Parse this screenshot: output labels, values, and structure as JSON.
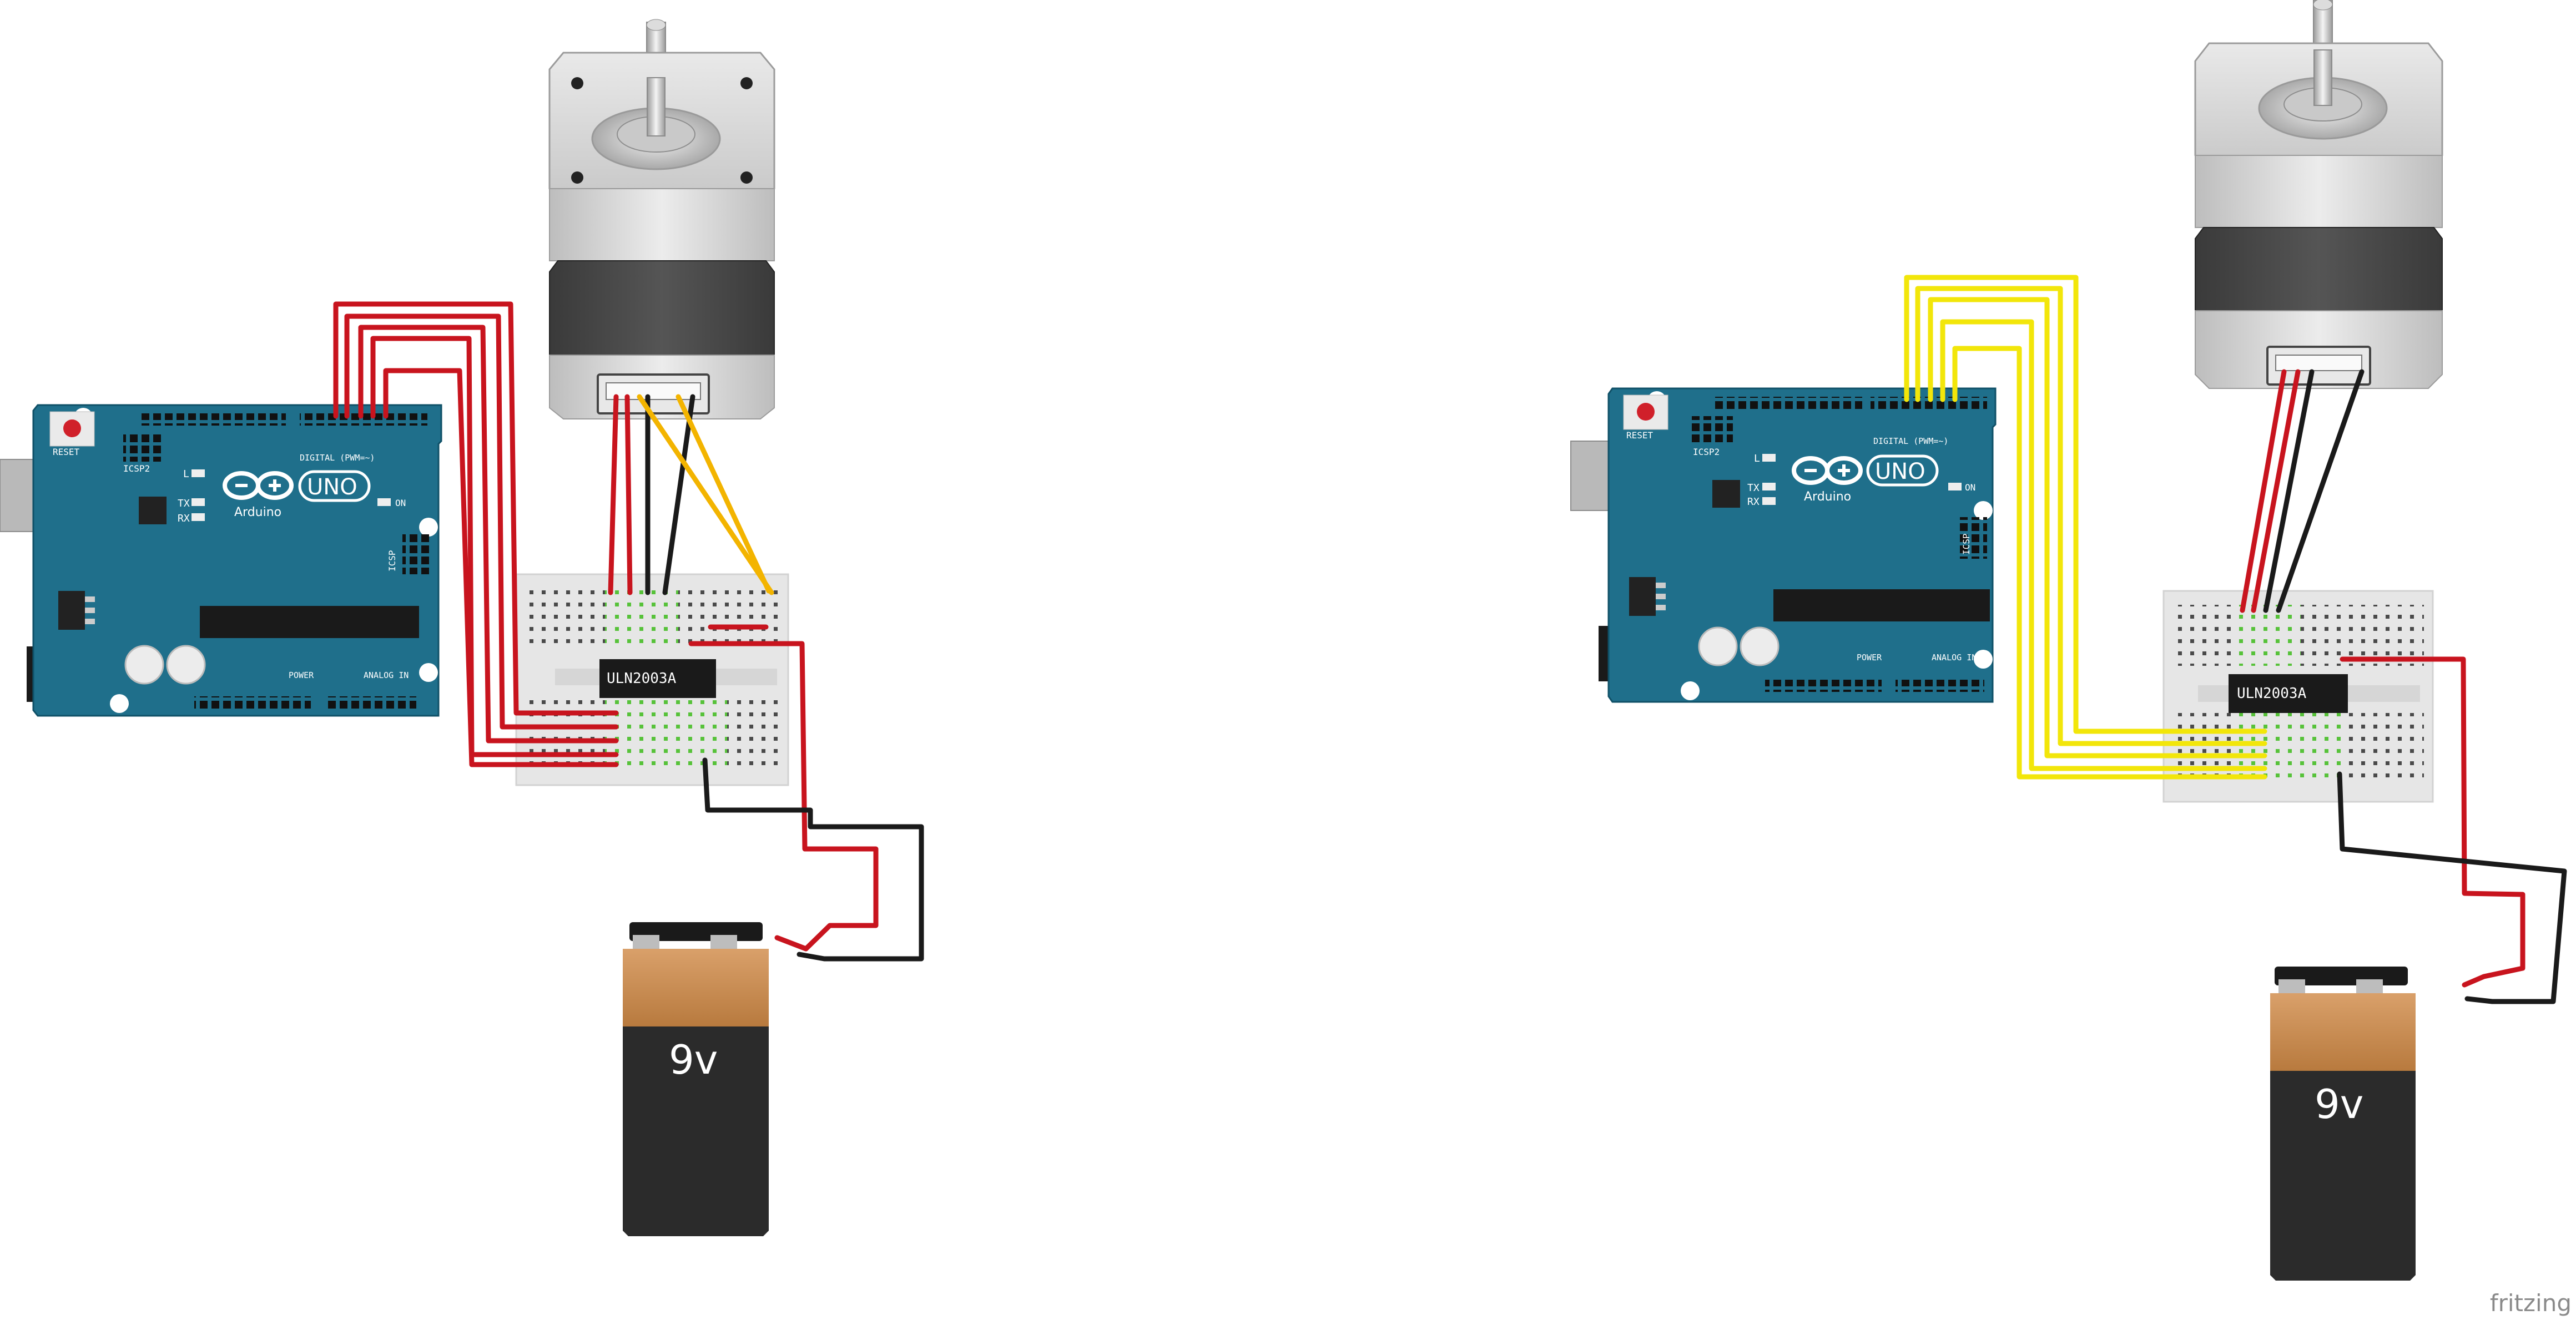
{
  "circuits": [
    {
      "board": {
        "reset": "RESET",
        "icsp2": "ICSP2",
        "uno": "UNO",
        "brand": "Arduino",
        "icsp": "ICSP",
        "on": "ON",
        "l": "L",
        "tx": "TX",
        "rx": "RX",
        "digital": "DIGITAL (PWM=~)",
        "power": "POWER",
        "analog": "ANALOG IN"
      },
      "chip_label": "ULN2003A",
      "battery_label": "9v"
    },
    {
      "board": {
        "reset": "RESET",
        "icsp2": "ICSP2",
        "uno": "UNO",
        "brand": "Arduino",
        "icsp": "ICSP",
        "on": "ON",
        "l": "L",
        "tx": "TX",
        "rx": "RX",
        "digital": "DIGITAL (PWM=~)",
        "power": "POWER",
        "analog": "ANALOG IN"
      },
      "chip_label": "ULN2003A",
      "battery_label": "9v"
    }
  ],
  "credit": "fritzing",
  "colors": {
    "board": "#1f6f8b",
    "wire_red": "#c8141e",
    "wire_black": "#1a1a1a",
    "wire_yellow": "#f2e60a",
    "wire_orange": "#f3b400",
    "battery_top": "#c98a4a",
    "battery_body": "#2b2b2b"
  }
}
